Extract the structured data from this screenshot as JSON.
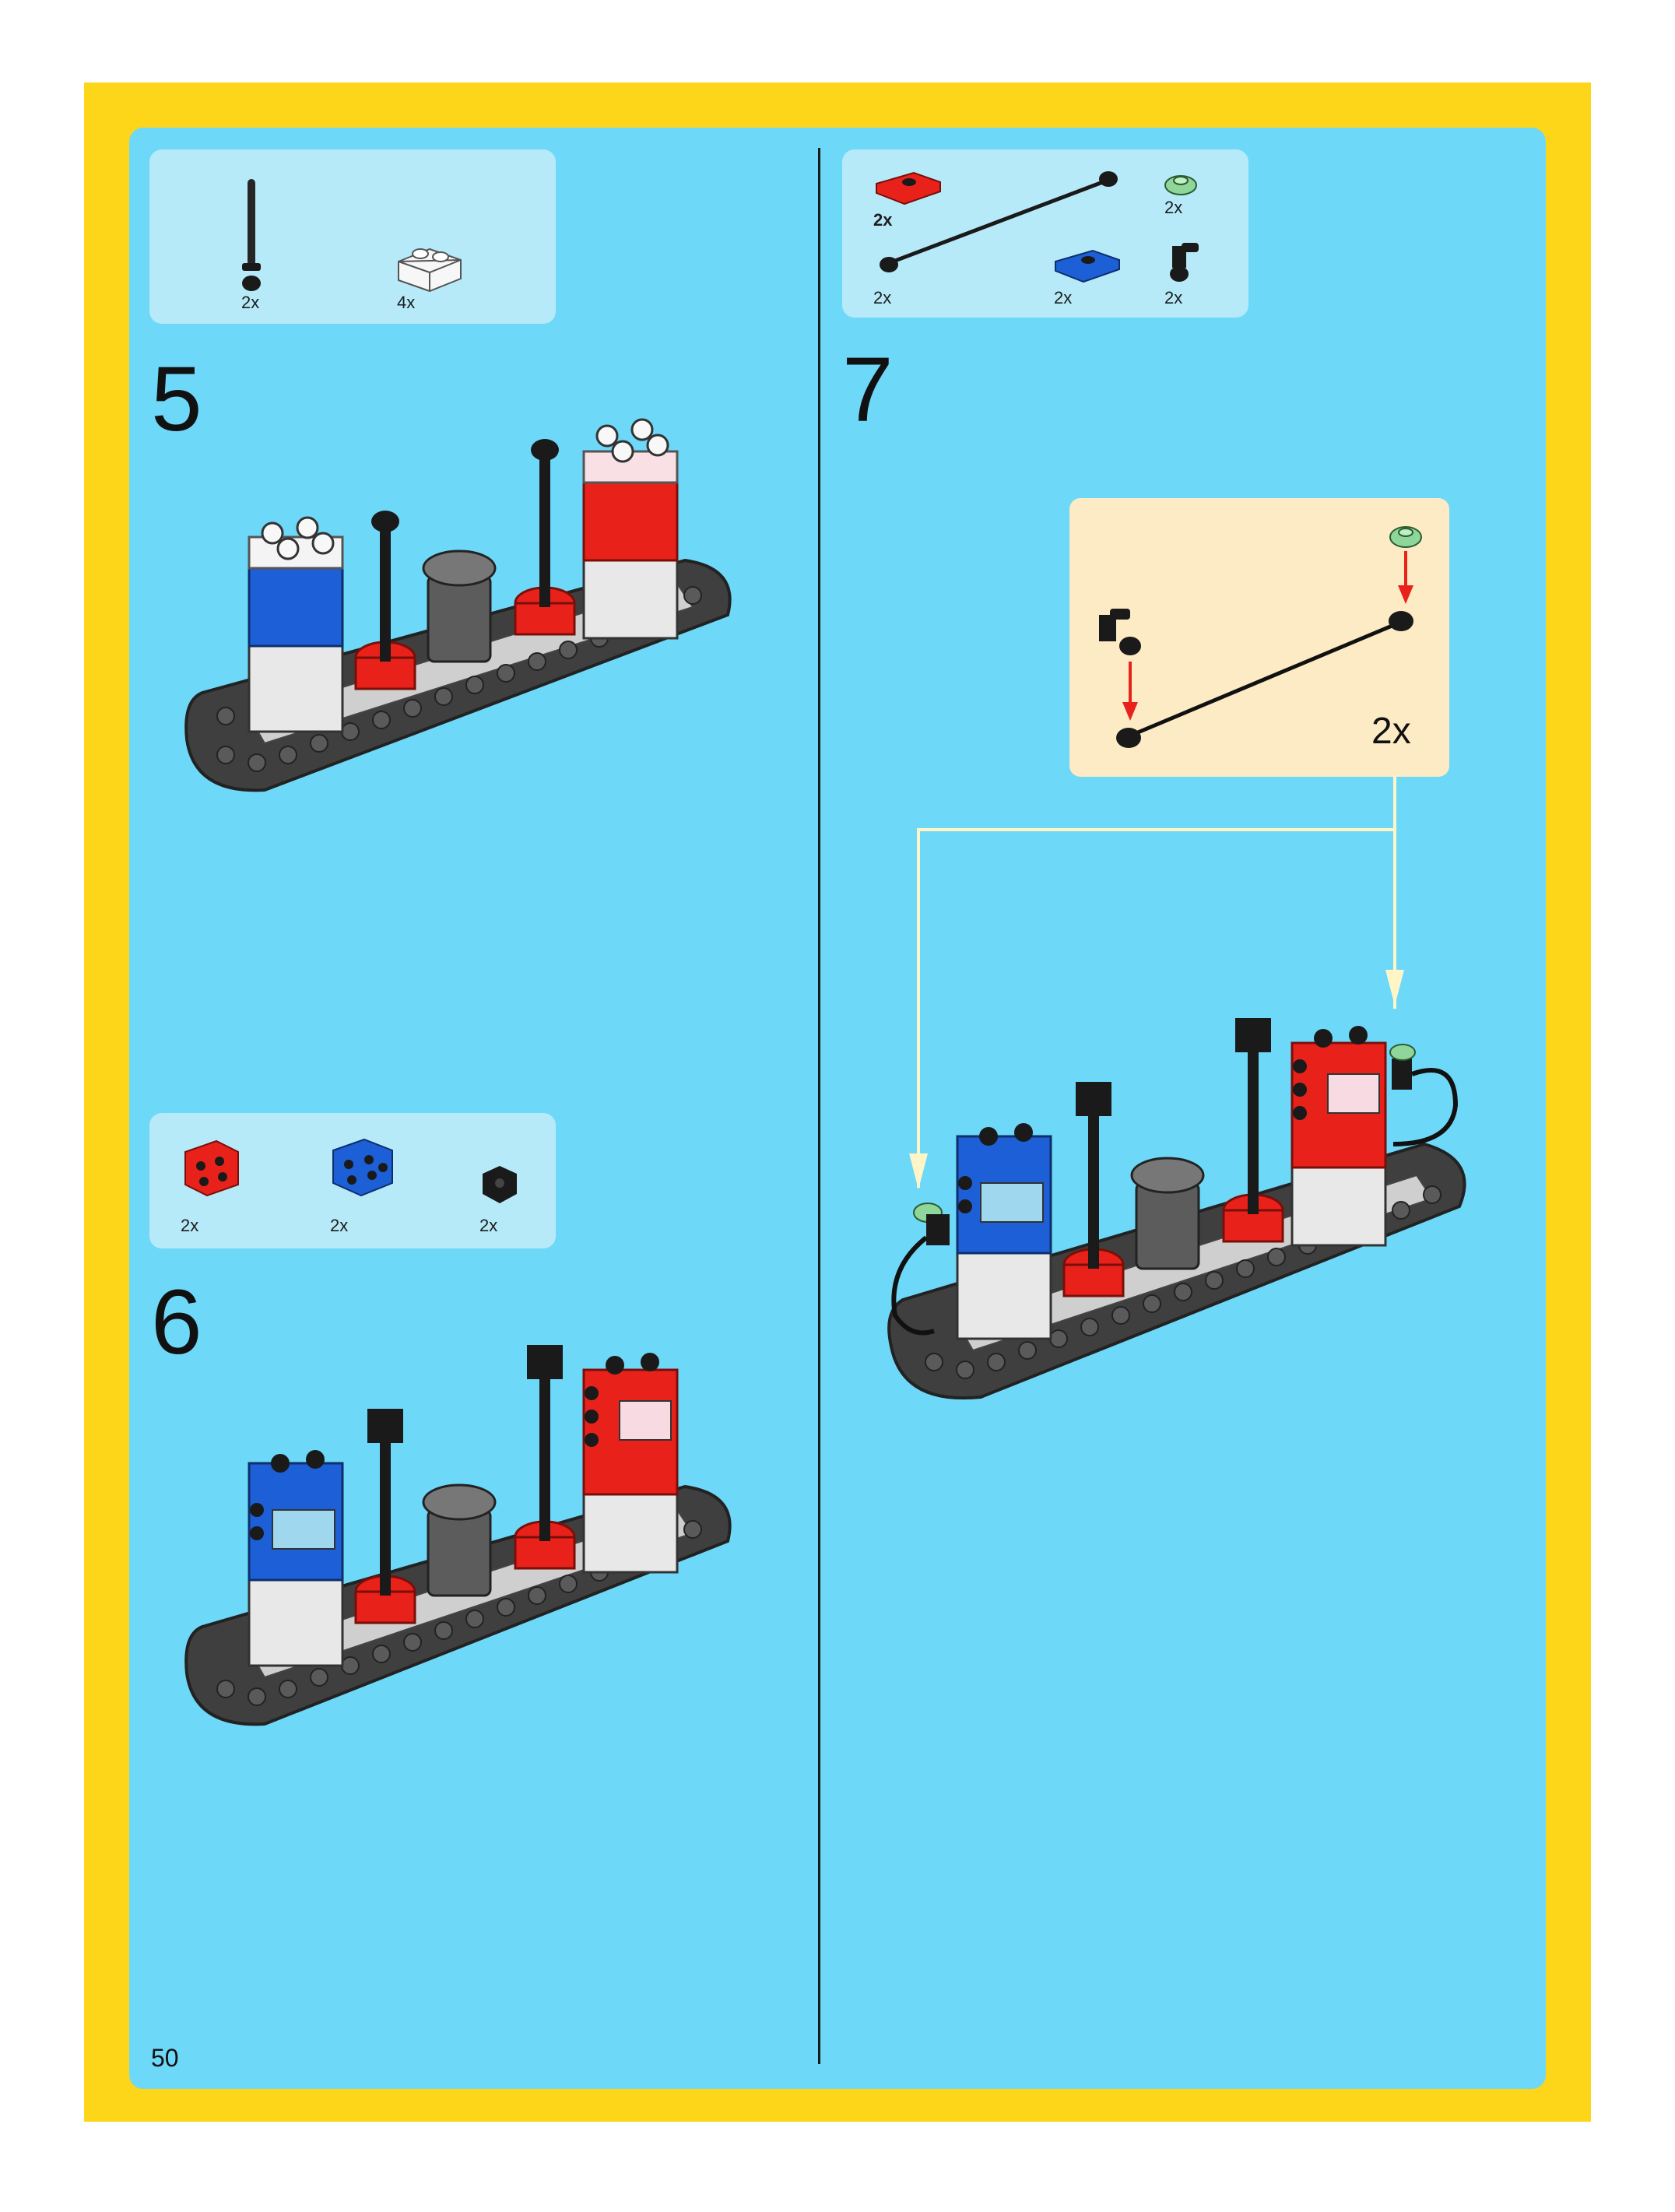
{
  "page": {
    "number": "50"
  },
  "steps": [
    {
      "number": "5",
      "parts": [
        {
          "icon": "black-antenna-bar",
          "qty": "2x"
        },
        {
          "icon": "transparent-white-brick-1x2",
          "qty": "4x"
        }
      ]
    },
    {
      "number": "6",
      "parts": [
        {
          "icon": "red-bracket",
          "qty": "2x"
        },
        {
          "icon": "blue-bracket",
          "qty": "2x"
        },
        {
          "icon": "black-brick-1x1-round-studs",
          "qty": "2x"
        }
      ]
    },
    {
      "number": "7",
      "parts": [
        {
          "icon": "red-plate-1x2-jumper",
          "qty": "2x"
        },
        {
          "icon": "black-hose-string",
          "qty": ""
        },
        {
          "icon": "transparent-green-round-plate",
          "qty": "2x"
        },
        {
          "icon": "black-string-end",
          "qty": "2x"
        },
        {
          "icon": "blue-plate-1x2-jumper",
          "qty": "2x"
        },
        {
          "icon": "black-nozzle-tap",
          "qty": "2x"
        }
      ],
      "subassembly": {
        "qty": "2x"
      }
    }
  ],
  "colors": {
    "frame": "#FDD519",
    "panel": "#6ED8F8",
    "inventory": "#B7EAF9",
    "callout": "#FCEBC4",
    "base_plate": "#4A4A4A",
    "red": "#E8221A",
    "blue": "#1D5FD6",
    "arrow": "#FFF6C8",
    "pointer": "#E8221A"
  }
}
